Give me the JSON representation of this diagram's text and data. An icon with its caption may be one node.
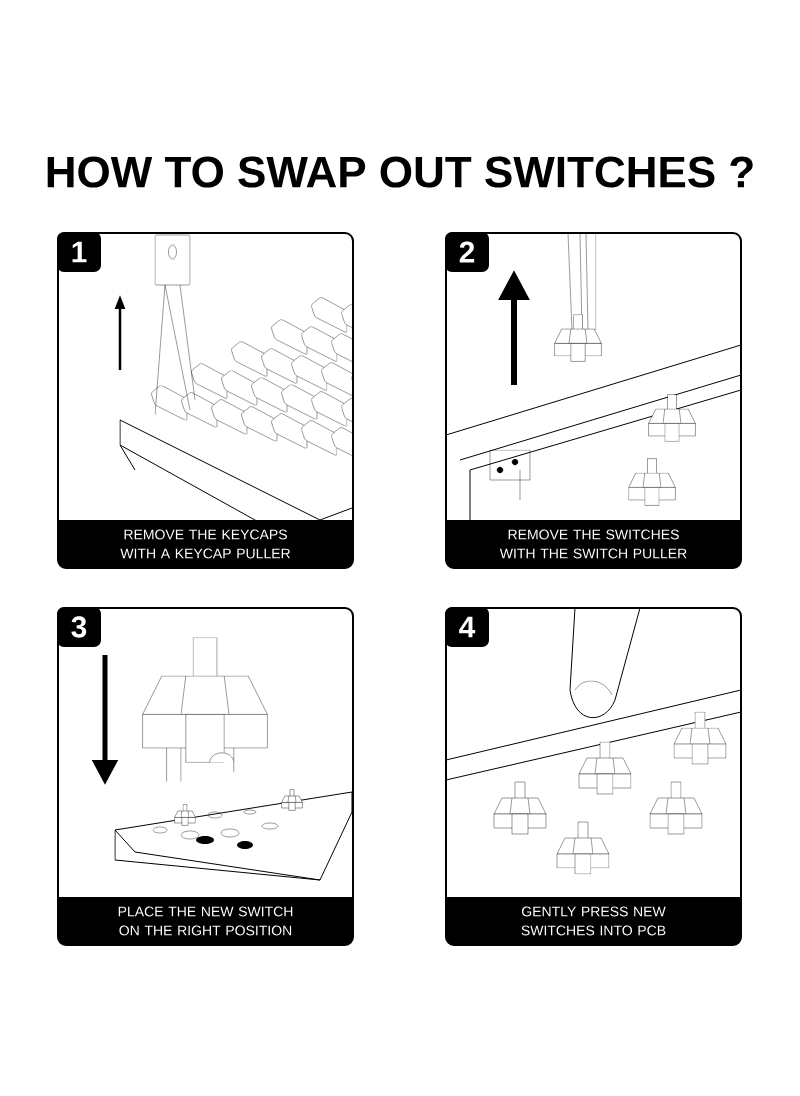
{
  "diagram": {
    "title": "HOW TO SWAP OUT SWITCHES ?",
    "nodes": [
      {
        "text": [
          "1",
          "REMOVE THE KEYCAPS WITH A KEYCAP PULLER"
        ]
      },
      {
        "text": [
          "2",
          "REMOVE THE SWITCHES WITH THE SWITCH PULLER"
        ]
      },
      {
        "text": [
          "3",
          "PLACE THE NEW SWITCH ON THE RIGHT POSITION"
        ]
      },
      {
        "text": [
          "4",
          "GENTLY PRESS NEW SWITCHES INTO PCB"
        ]
      }
    ]
  }
}
